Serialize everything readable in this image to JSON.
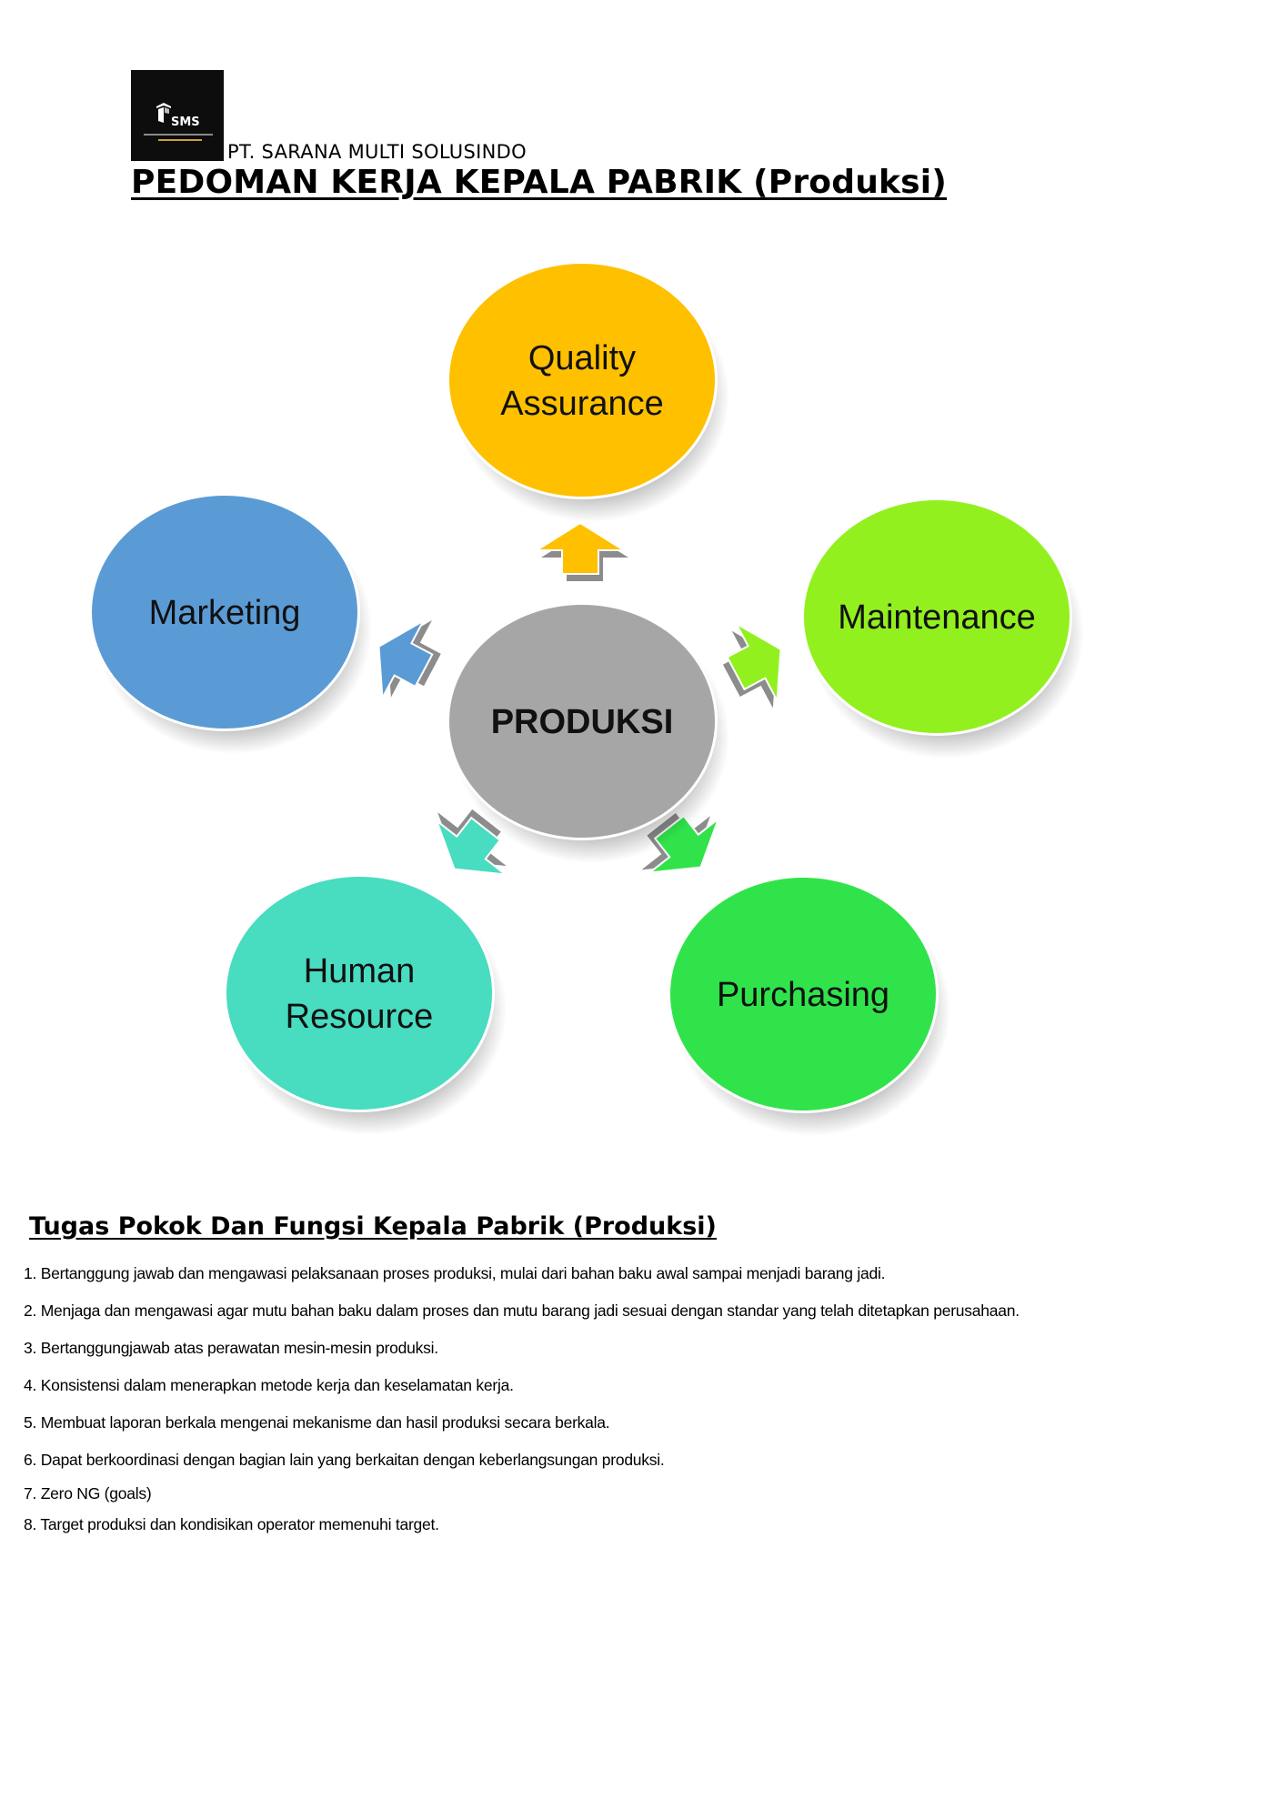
{
  "header": {
    "logo_text": "SMS",
    "company_name": "PT. SARANA MULTI SOLUSINDO",
    "title": "PEDOMAN KERJA KEPALA PABRIK (Produksi)"
  },
  "diagram": {
    "center": {
      "label": "PRODUKSI",
      "color": "#a6a6a6"
    },
    "nodes": [
      {
        "id": "quality",
        "lines": [
          "Quality",
          "Assurance"
        ],
        "color": "#ffc000"
      },
      {
        "id": "marketing",
        "lines": [
          "Marketing"
        ],
        "color": "#5b9bd5"
      },
      {
        "id": "maintenance",
        "lines": [
          "Maintenance"
        ],
        "color": "#92f01f"
      },
      {
        "id": "human-resource",
        "lines": [
          "Human",
          "Resource"
        ],
        "color": "#48dcc0"
      },
      {
        "id": "purchasing",
        "lines": [
          "Purchasing"
        ],
        "color": "#30e34a"
      }
    ]
  },
  "duties": {
    "title": "Tugas Pokok Dan Fungsi Kepala Pabrik (Produksi)",
    "items": [
      "1. Bertanggung jawab dan mengawasi pelaksanaan proses produksi, mulai dari bahan baku awal sampai menjadi barang jadi.",
      "2. Menjaga dan mengawasi agar mutu bahan baku dalam proses dan mutu barang jadi sesuai dengan standar yang telah ditetapkan perusahaan.",
      "3. Bertanggungjawab atas perawatan mesin-mesin produksi.",
      "4. Konsistensi dalam menerapkan metode kerja dan keselamatan kerja.",
      "5. Membuat laporan berkala mengenai mekanisme dan hasil produksi secara berkala.",
      "6. Dapat berkoordinasi dengan bagian lain yang berkaitan dengan keberlangsungan produksi.",
      "7. Zero NG (goals)",
      "8. Target produksi dan kondisikan operator memenuhi target."
    ]
  }
}
